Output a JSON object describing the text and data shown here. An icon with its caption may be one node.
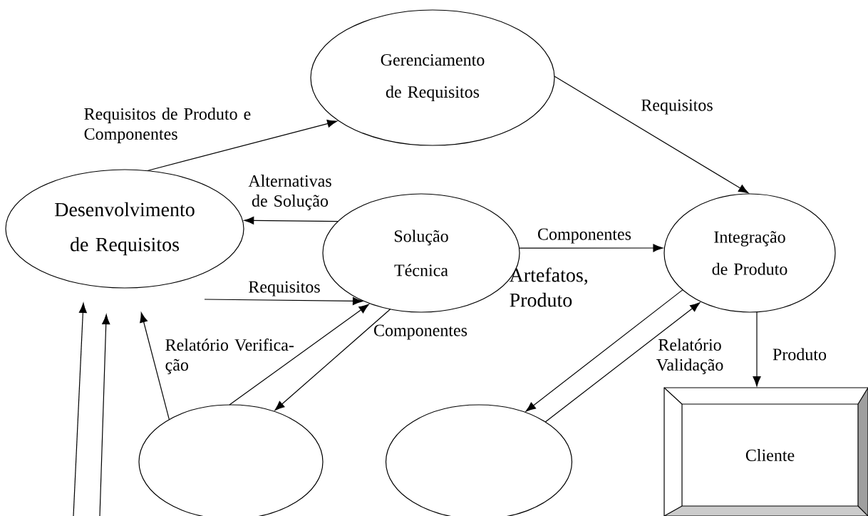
{
  "diagram": {
    "nodes": [
      {
        "text": [
          "Gerenciamento de Requisitos"
        ]
      },
      {
        "text": [
          "Desenvolvimento de Requisitos"
        ]
      },
      {
        "text": [
          "Solução Técnica"
        ]
      },
      {
        "text": [
          "Integração de Produto"
        ]
      },
      {
        "text": [],
        "shape": "ellipse"
      },
      {
        "text": [],
        "shape": "ellipse"
      },
      {
        "text": [
          "Cliente"
        ]
      }
    ],
    "edges": [
      {
        "from": 1,
        "to": 0,
        "arrow": "to",
        "label": "Requisitos de Produto e Componentes"
      },
      {
        "from": 0,
        "to": 3,
        "arrow": "to",
        "label": "Requisitos"
      },
      {
        "from": 2,
        "to": 1,
        "arrow": "to",
        "label": "Alternativas de Solução"
      },
      {
        "from": 2,
        "to": 3,
        "arrow": "to",
        "label": "Componentes"
      },
      {
        "from": null,
        "to": 2,
        "arrow": "to",
        "label": "Requisitos"
      },
      {
        "from": 4,
        "to": 2,
        "arrow": "to"
      },
      {
        "from": 2,
        "to": 4,
        "arrow": "to",
        "label": "Componentes"
      },
      {
        "from": 4,
        "to": 1,
        "arrow": "to",
        "label": "Relatório Verifica- ção"
      },
      {
        "from": null,
        "to": 1,
        "arrow": "to"
      },
      {
        "from": null,
        "to": 1,
        "arrow": "to"
      },
      {
        "from": 3,
        "to": 5,
        "arrow": "to"
      },
      {
        "from": 5,
        "to": 3,
        "arrow": "to",
        "label": "Relatório Validação"
      },
      {
        "from": 3,
        "to": 6,
        "arrow": "to",
        "label": "Produto"
      }
    ],
    "labels": [
      "Artefatos, Produto"
    ]
  }
}
